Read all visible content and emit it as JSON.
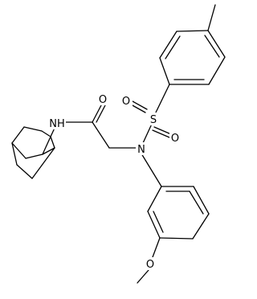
{
  "structure": {
    "atom_labels": {
      "nh": "NH",
      "o_carbonyl": "O",
      "n_sulfonamide": "N",
      "s": "S",
      "o_sulfonyl_1": "O",
      "o_sulfonyl_2": "O",
      "o_methoxy": "O"
    }
  }
}
